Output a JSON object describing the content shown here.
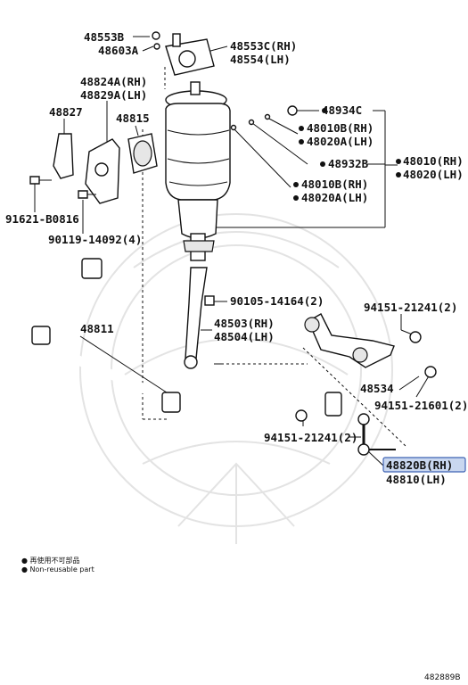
{
  "labels": {
    "p48553B": "48553B",
    "p48603A": "48603A",
    "p48553C": "48553C(RH)",
    "p48554": "48554(LH)",
    "p48824A": "48824A(RH)",
    "p48829A": "48829A(LH)",
    "p48827": "48827",
    "p48815": "48815",
    "p48934C": "48934C",
    "p48010B_a": "48010B(RH)",
    "p48020A_a": "48020A(LH)",
    "p48932B": "48932B",
    "p48010": "48010(RH)",
    "p48020": "48020(LH)",
    "p48010B_b": "48010B(RH)",
    "p48020A_b": "48020A(LH)",
    "p91621": "91621-B0816",
    "p90119": "90119-14092(4)",
    "p90105": "90105-14164(2)",
    "p48811": "48811",
    "p48503": "48503(RH)",
    "p48504": "48504(LH)",
    "p94151_top": "94151-21241(2)",
    "p48534": "48534",
    "p94151_mid": "94151-21601(2)",
    "p94151_bot": "94151-21241(2)",
    "p48820B": "48820B(RH)",
    "p48810": "48810(LH)"
  },
  "legend": {
    "line1": "● 再使用不可部品",
    "line2": "● Non-reusable part"
  },
  "diagram_id": "482889B",
  "colors": {
    "highlight_fill": "#c9d7ef",
    "highlight_border": "#3f63b5"
  }
}
